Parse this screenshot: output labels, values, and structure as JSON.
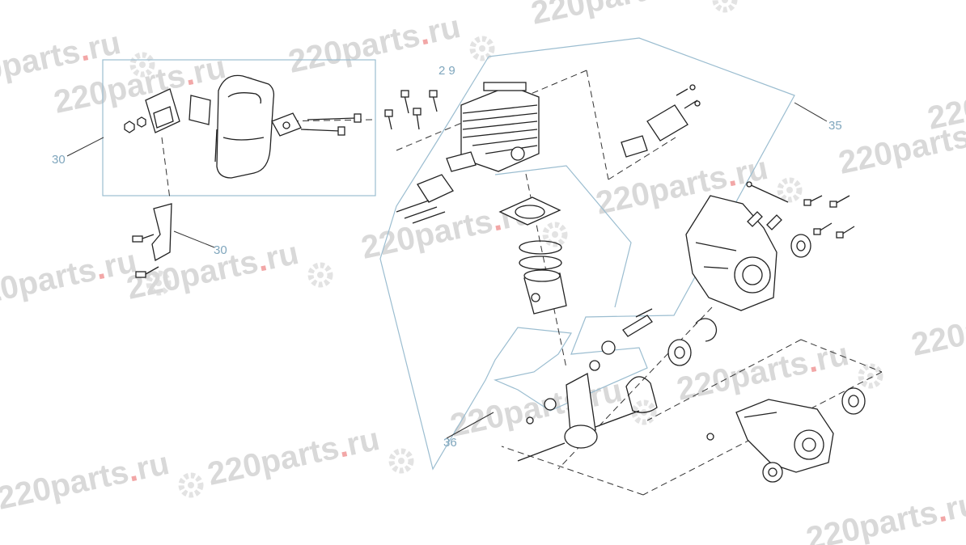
{
  "diagram": {
    "callouts": [
      {
        "id": "c29",
        "label": "29"
      },
      {
        "id": "c30",
        "label": "30"
      },
      {
        "id": "c30b",
        "label": "30"
      },
      {
        "id": "c35",
        "label": "35"
      },
      {
        "id": "c36",
        "label": "36"
      }
    ]
  },
  "watermark": {
    "text_main": "220parts",
    "text_dot": ".",
    "text_tld": "ru",
    "colors": {
      "main": "#d9d9d9",
      "dot": "#f2a7a7",
      "gear": "#e3e3e3"
    }
  },
  "colors": {
    "line": "#333333",
    "part_fill": "#ffffff",
    "frame": "#9bbdd0"
  },
  "icons": [
    "gear-icon",
    "cylinder-icon",
    "piston-icon",
    "crankshaft-icon",
    "muffler-icon",
    "bolt-icon",
    "bearing-icon",
    "crankcase-icon"
  ]
}
